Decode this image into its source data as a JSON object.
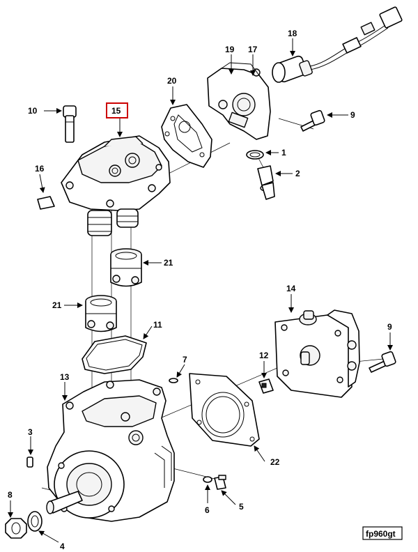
{
  "callouts": {
    "c1": "1",
    "c2": "2",
    "c3": "3",
    "c4": "4",
    "c5": "5",
    "c6": "6",
    "c7": "7",
    "c8": "8",
    "c9a": "9",
    "c9b": "9",
    "c10": "10",
    "c11": "11",
    "c12": "12",
    "c13": "13",
    "c14": "14",
    "c15": "15",
    "c16": "16",
    "c17": "17",
    "c18": "18",
    "c19": "19",
    "c20": "20",
    "c21a": "21",
    "c21b": "21",
    "c22": "22"
  },
  "highlight": {
    "callout": "15",
    "color": "#cc0000"
  },
  "figure_ref": "fp960gt"
}
